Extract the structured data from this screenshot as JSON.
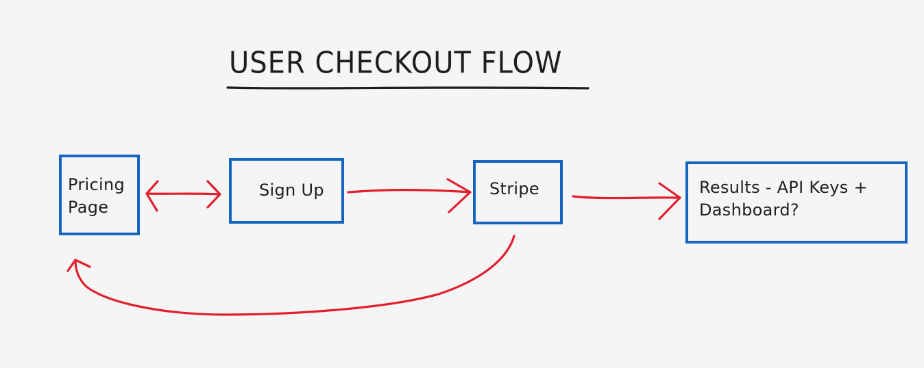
{
  "diagram": {
    "title": "USER CHECKOUT FLOW",
    "nodes": {
      "pricing": {
        "line1": "Pricing",
        "line2": "Page"
      },
      "signup": {
        "label": "Sign Up"
      },
      "stripe": {
        "label": "Stripe"
      },
      "results": {
        "line1": "Results - API Keys +",
        "line2": "Dashboard?"
      }
    },
    "edges": [
      {
        "from": "Pricing Page",
        "to": "Sign Up",
        "direction": "both"
      },
      {
        "from": "Sign Up",
        "to": "Stripe",
        "direction": "forward"
      },
      {
        "from": "Stripe",
        "to": "Results - API Keys + Dashboard?",
        "direction": "forward"
      },
      {
        "from": "Stripe",
        "to": "Pricing Page",
        "direction": "forward"
      }
    ],
    "colors": {
      "node_border": "#1565c0",
      "arrow": "#e0202e",
      "text": "#1e1e1e",
      "background": "#f5f5f5"
    }
  }
}
